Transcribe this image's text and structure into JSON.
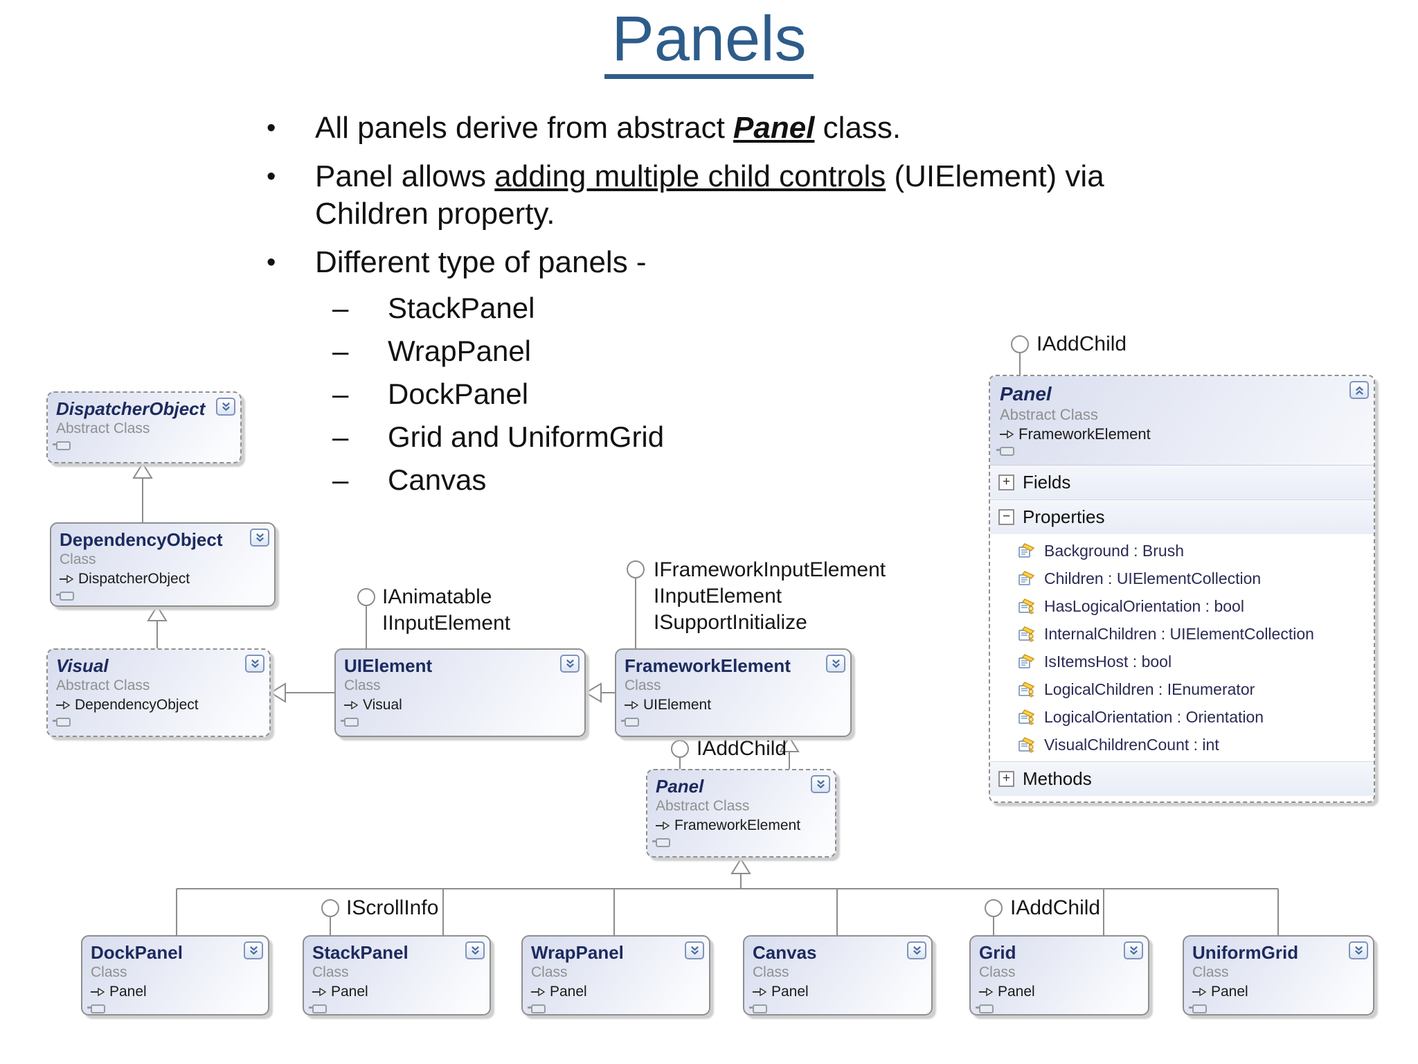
{
  "slide": {
    "title": "Panels",
    "bullet_char": "•",
    "dash_char": "–",
    "bullets": {
      "b1_pre": "All panels derive from abstract ",
      "b1_em": "Panel",
      "b1_post": " class.",
      "b2_pre": "Panel allows ",
      "b2_u": "adding multiple child controls",
      "b2_post": " (UIElement) via",
      "b2_line2": "Children property.",
      "b3": "Different type of panels -"
    },
    "sub_bullets": [
      "StackPanel",
      "WrapPanel",
      "DockPanel",
      "Grid and UniformGrid",
      "Canvas"
    ]
  },
  "glyphs": {
    "plus": "+",
    "minus": "−"
  },
  "diagram": {
    "boxes": [
      {
        "name": "DispatcherObject",
        "stereotype": "Abstract Class",
        "inherits": ""
      },
      {
        "name": "DependencyObject",
        "stereotype": "Class",
        "inherits": "DispatcherObject"
      },
      {
        "name": "Visual",
        "stereotype": "Abstract Class",
        "inherits": "DependencyObject"
      },
      {
        "name": "UIElement",
        "stereotype": "Class",
        "inherits": "Visual"
      },
      {
        "name": "FrameworkElement",
        "stereotype": "Class",
        "inherits": "UIElement"
      },
      {
        "name": "Panel",
        "stereotype": "Abstract Class",
        "inherits": "FrameworkElement"
      },
      {
        "name": "DockPanel",
        "stereotype": "Class",
        "inherits": "Panel"
      },
      {
        "name": "StackPanel",
        "stereotype": "Class",
        "inherits": "Panel"
      },
      {
        "name": "WrapPanel",
        "stereotype": "Class",
        "inherits": "Panel"
      },
      {
        "name": "Canvas",
        "stereotype": "Class",
        "inherits": "Panel"
      },
      {
        "name": "Grid",
        "stereotype": "Class",
        "inherits": "Panel"
      },
      {
        "name": "UniformGrid",
        "stereotype": "Class",
        "inherits": "Panel"
      }
    ],
    "interfaces": {
      "uielement": [
        "IAnimatable",
        "IInputElement"
      ],
      "frameworkelement": [
        "IFrameworkInputElement",
        "IInputElement",
        "ISupportInitialize"
      ],
      "panel_mid": "IAddChild",
      "panel_detail": "IAddChild",
      "stackpanel": "IScrollInfo",
      "grid": "IAddChild"
    },
    "detail": {
      "name": "Panel",
      "stereotype": "Abstract Class",
      "inherits": "FrameworkElement",
      "sections": {
        "fields": "Fields",
        "properties": "Properties",
        "methods": "Methods"
      },
      "properties": [
        {
          "label": "Background : Brush",
          "protected": false
        },
        {
          "label": "Children : UIElementCollection",
          "protected": false
        },
        {
          "label": "HasLogicalOrientation : bool",
          "protected": true
        },
        {
          "label": "InternalChildren : UIElementCollection",
          "protected": true
        },
        {
          "label": "IsItemsHost : bool",
          "protected": false
        },
        {
          "label": "LogicalChildren : IEnumerator",
          "protected": true
        },
        {
          "label": "LogicalOrientation : Orientation",
          "protected": true
        },
        {
          "label": "VisualChildrenCount : int",
          "protected": true
        }
      ]
    },
    "colors": {
      "title_blue": "#2e5c8a",
      "box_border": "#8f8f8f",
      "box_fill_top": "#d8ddee",
      "box_fill_bottom": "#fbfcfe",
      "connector_gray": "#8c8c8c",
      "box_title_navy": "#1c2a5e",
      "stereotype_gray": "#8f8f8f",
      "chevron_blue": "#4a6ea5",
      "property_icon_yellow": "#ffd24d"
    }
  }
}
